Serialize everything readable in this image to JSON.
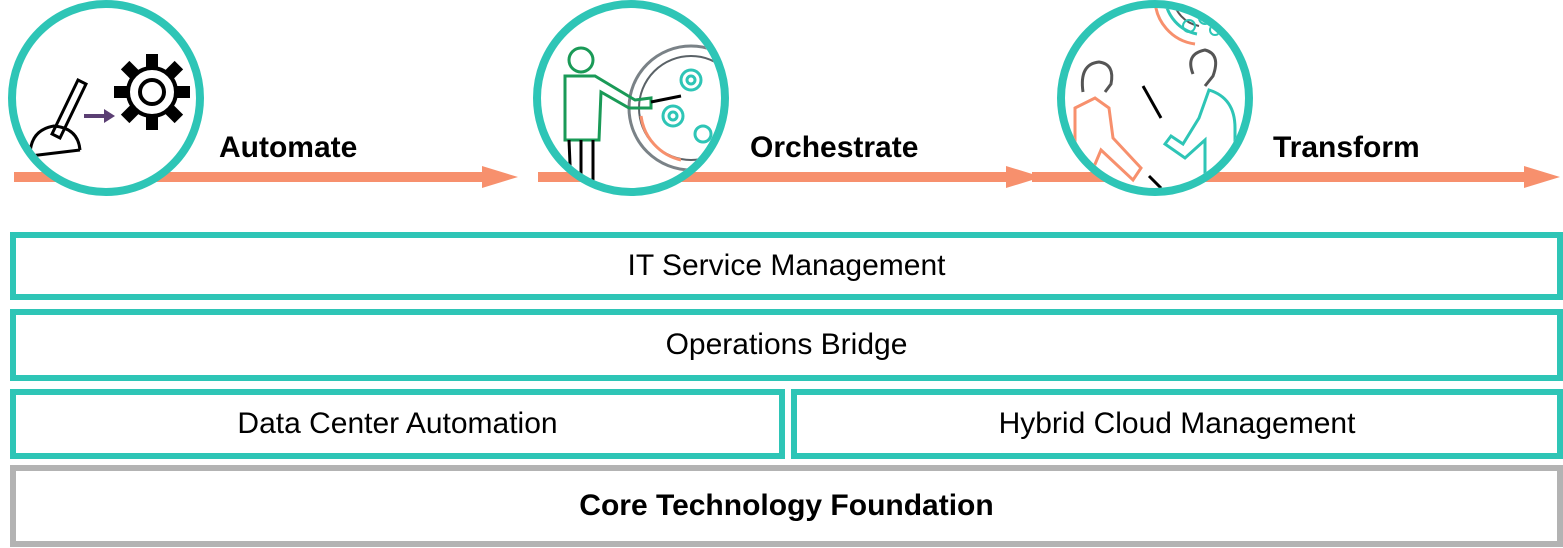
{
  "colors": {
    "accent": "#2ec5b6",
    "arrow": "#f7906d",
    "foundation_border": "#b3b3b3",
    "person_left": "#f7906d",
    "person_right": "#2ec5b6"
  },
  "stages": [
    {
      "label": "Automate",
      "icon": "lever-gear-icon"
    },
    {
      "label": "Orchestrate",
      "icon": "person-presenting-gears-icon"
    },
    {
      "label": "Transform",
      "icon": "two-people-handshake-icon"
    }
  ],
  "layers": {
    "it_service_management": "IT Service Management",
    "operations_bridge": "Operations Bridge",
    "data_center_automation": "Data Center Automation",
    "hybrid_cloud_management": "Hybrid Cloud Management",
    "core_technology_foundation": "Core Technology Foundation"
  }
}
